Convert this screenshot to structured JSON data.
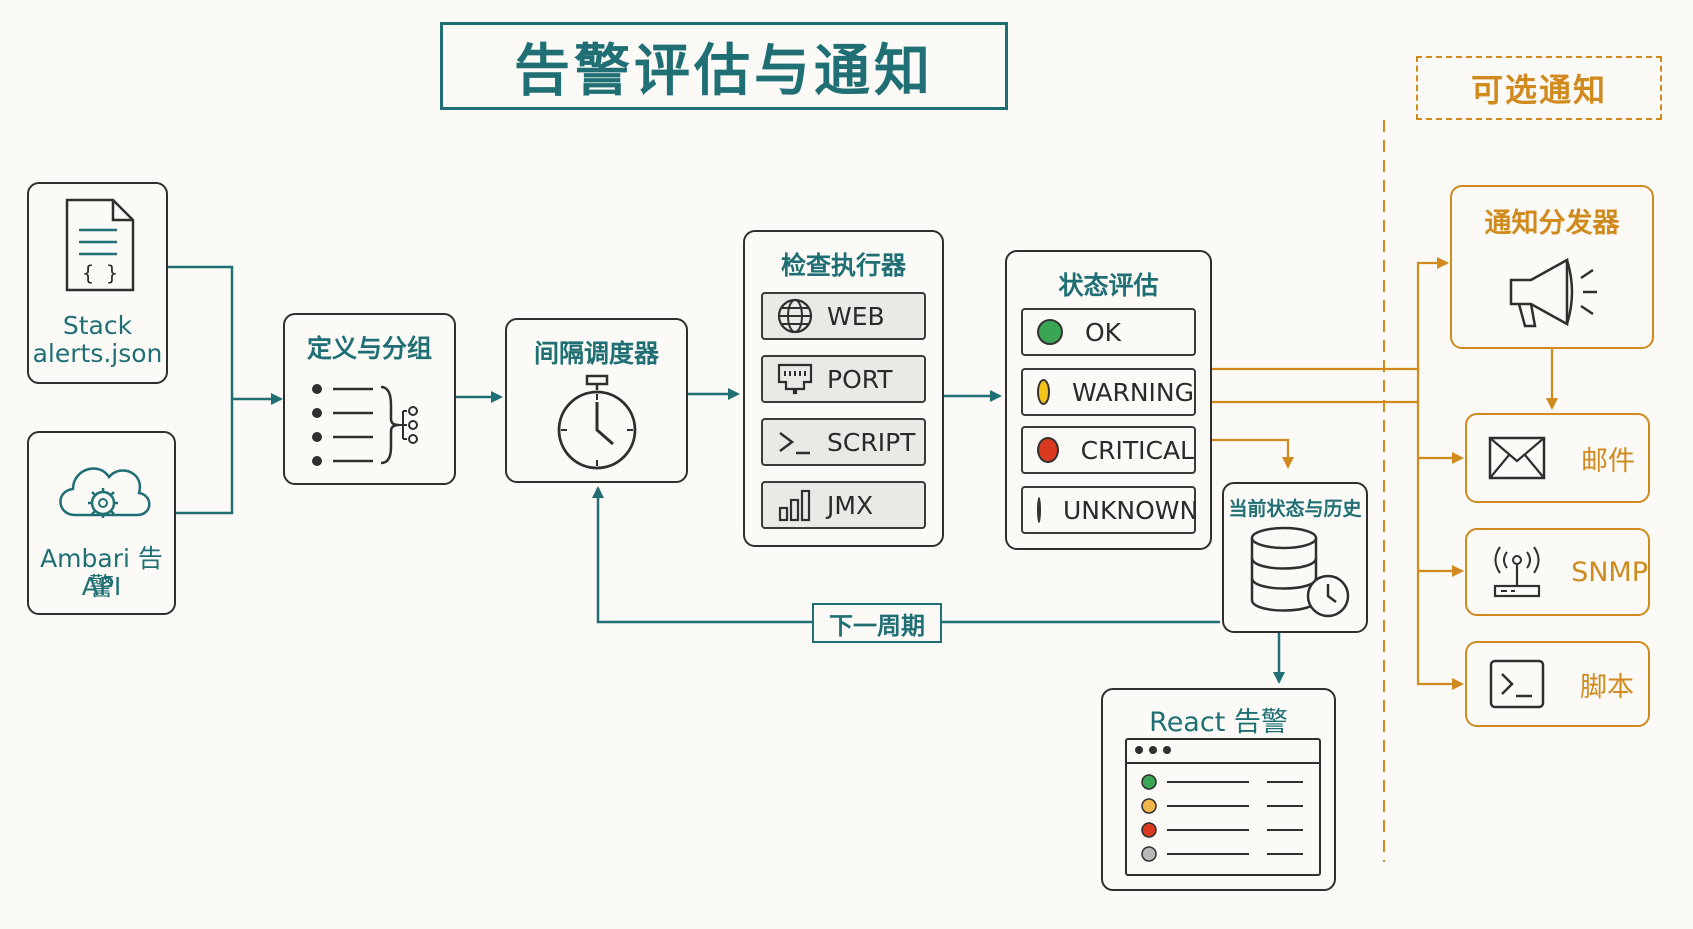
{
  "title": "告警评估与通知",
  "optional_title": "可选通知",
  "sources": {
    "stack": {
      "line1": "Stack",
      "line2": "alerts.json"
    },
    "ambari": {
      "line1": "Ambari 告警",
      "line2": "API"
    }
  },
  "define_group": {
    "title": "定义与分组"
  },
  "scheduler": {
    "title": "间隔调度器"
  },
  "executor": {
    "title": "检查执行器",
    "rows": [
      {
        "label": "WEB",
        "icon": "globe-icon"
      },
      {
        "label": "PORT",
        "icon": "port-icon"
      },
      {
        "label": "SCRIPT",
        "icon": "terminal-icon"
      },
      {
        "label": "JMX",
        "icon": "bar-chart-icon"
      }
    ]
  },
  "state_eval": {
    "title": "状态评估",
    "states": [
      {
        "label": "OK",
        "color": "#3aa655"
      },
      {
        "label": "WARNING",
        "color": "#f2c318"
      },
      {
        "label": "CRITICAL",
        "color": "#d9391f"
      },
      {
        "label": "UNKNOWN",
        "color": "#b9b9b9"
      }
    ]
  },
  "history": {
    "title": "当前状态与历史"
  },
  "next_cycle": "下一周期",
  "react_alerts": {
    "title": "React 告警",
    "rows": [
      {
        "color": "#3aa655"
      },
      {
        "color": "#f2b64a"
      },
      {
        "color": "#d9391f"
      },
      {
        "color": "#b9b9b9"
      }
    ]
  },
  "notifier": {
    "title": "通知分发器",
    "channels": [
      {
        "label": "邮件",
        "icon": "envelope-icon"
      },
      {
        "label": "SNMP",
        "icon": "router-icon"
      },
      {
        "label": "脚本",
        "icon": "terminal-icon"
      }
    ]
  },
  "colors": {
    "teal": "#1f6f75",
    "orange": "#d08a1e",
    "ink": "#2f2f2f"
  }
}
